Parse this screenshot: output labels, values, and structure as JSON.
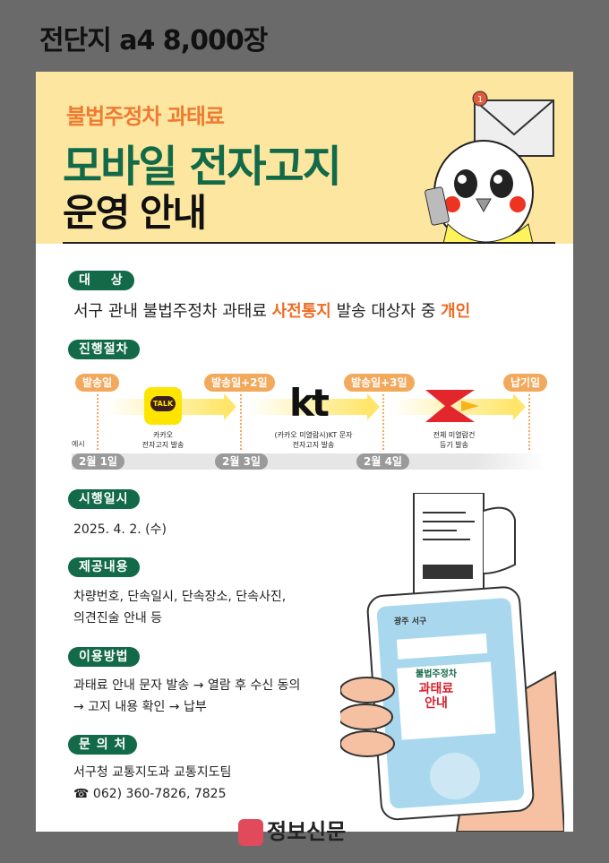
{
  "top_title": "전단지 a4 8,000장",
  "header": {
    "subtitle": "불법주정차 과태료",
    "title1": "모바일 전자고지",
    "title2": "운영 안내",
    "badge": "1"
  },
  "target": {
    "label": "대      상",
    "text_pre": "서구 관내 불법주정차 과태료 ",
    "highlight1": "사전통지",
    "text_mid": " 발송 대상자 중 ",
    "highlight2": "개인"
  },
  "process": {
    "label": "진행절차",
    "stages": [
      "발송일",
      "발송일+2일",
      "발송일+3일",
      "납기일"
    ],
    "example": "예시",
    "dates": [
      "2월 1일",
      "2월 3일",
      "2월 4일"
    ],
    "steps": [
      {
        "icon": "TALK",
        "line1": "카카오",
        "line2": "전자고지 발송"
      },
      {
        "icon": "kt",
        "line1": "(카카오 미열람시)KT 문자",
        "line2": "전자고지 발송"
      },
      {
        "icon": "post",
        "line1": "전체 미열람건",
        "line2": "등기 발송"
      }
    ]
  },
  "date_section": {
    "label": "시행일시",
    "text": "2025. 4. 2. (수)"
  },
  "content": {
    "label": "제공내용",
    "line1": "차량번호, 단속일시, 단속장소, 단속사진,",
    "line2": "의견진술 안내 등"
  },
  "method": {
    "label": "이용방법",
    "line1": "과태료 안내 문자 발송 → 열람 후 수신 동의",
    "line2": "→ 고지 내용 확인 → 납부"
  },
  "contact": {
    "label": "문 의 처",
    "line1": "서구청 교통지도과 교통지도팀",
    "phone_icon": "☎",
    "line2": "062) 360-7826, 7825"
  },
  "phone": {
    "brand": "광주 서구",
    "l1": "불법주정차",
    "l2": "과태료",
    "l3": "안내"
  },
  "logo": "정보신문",
  "colors": {
    "green": "#136a48",
    "orange": "#ef7a32",
    "yellow": "#fde7a0",
    "gray": "#6b6a6b"
  }
}
